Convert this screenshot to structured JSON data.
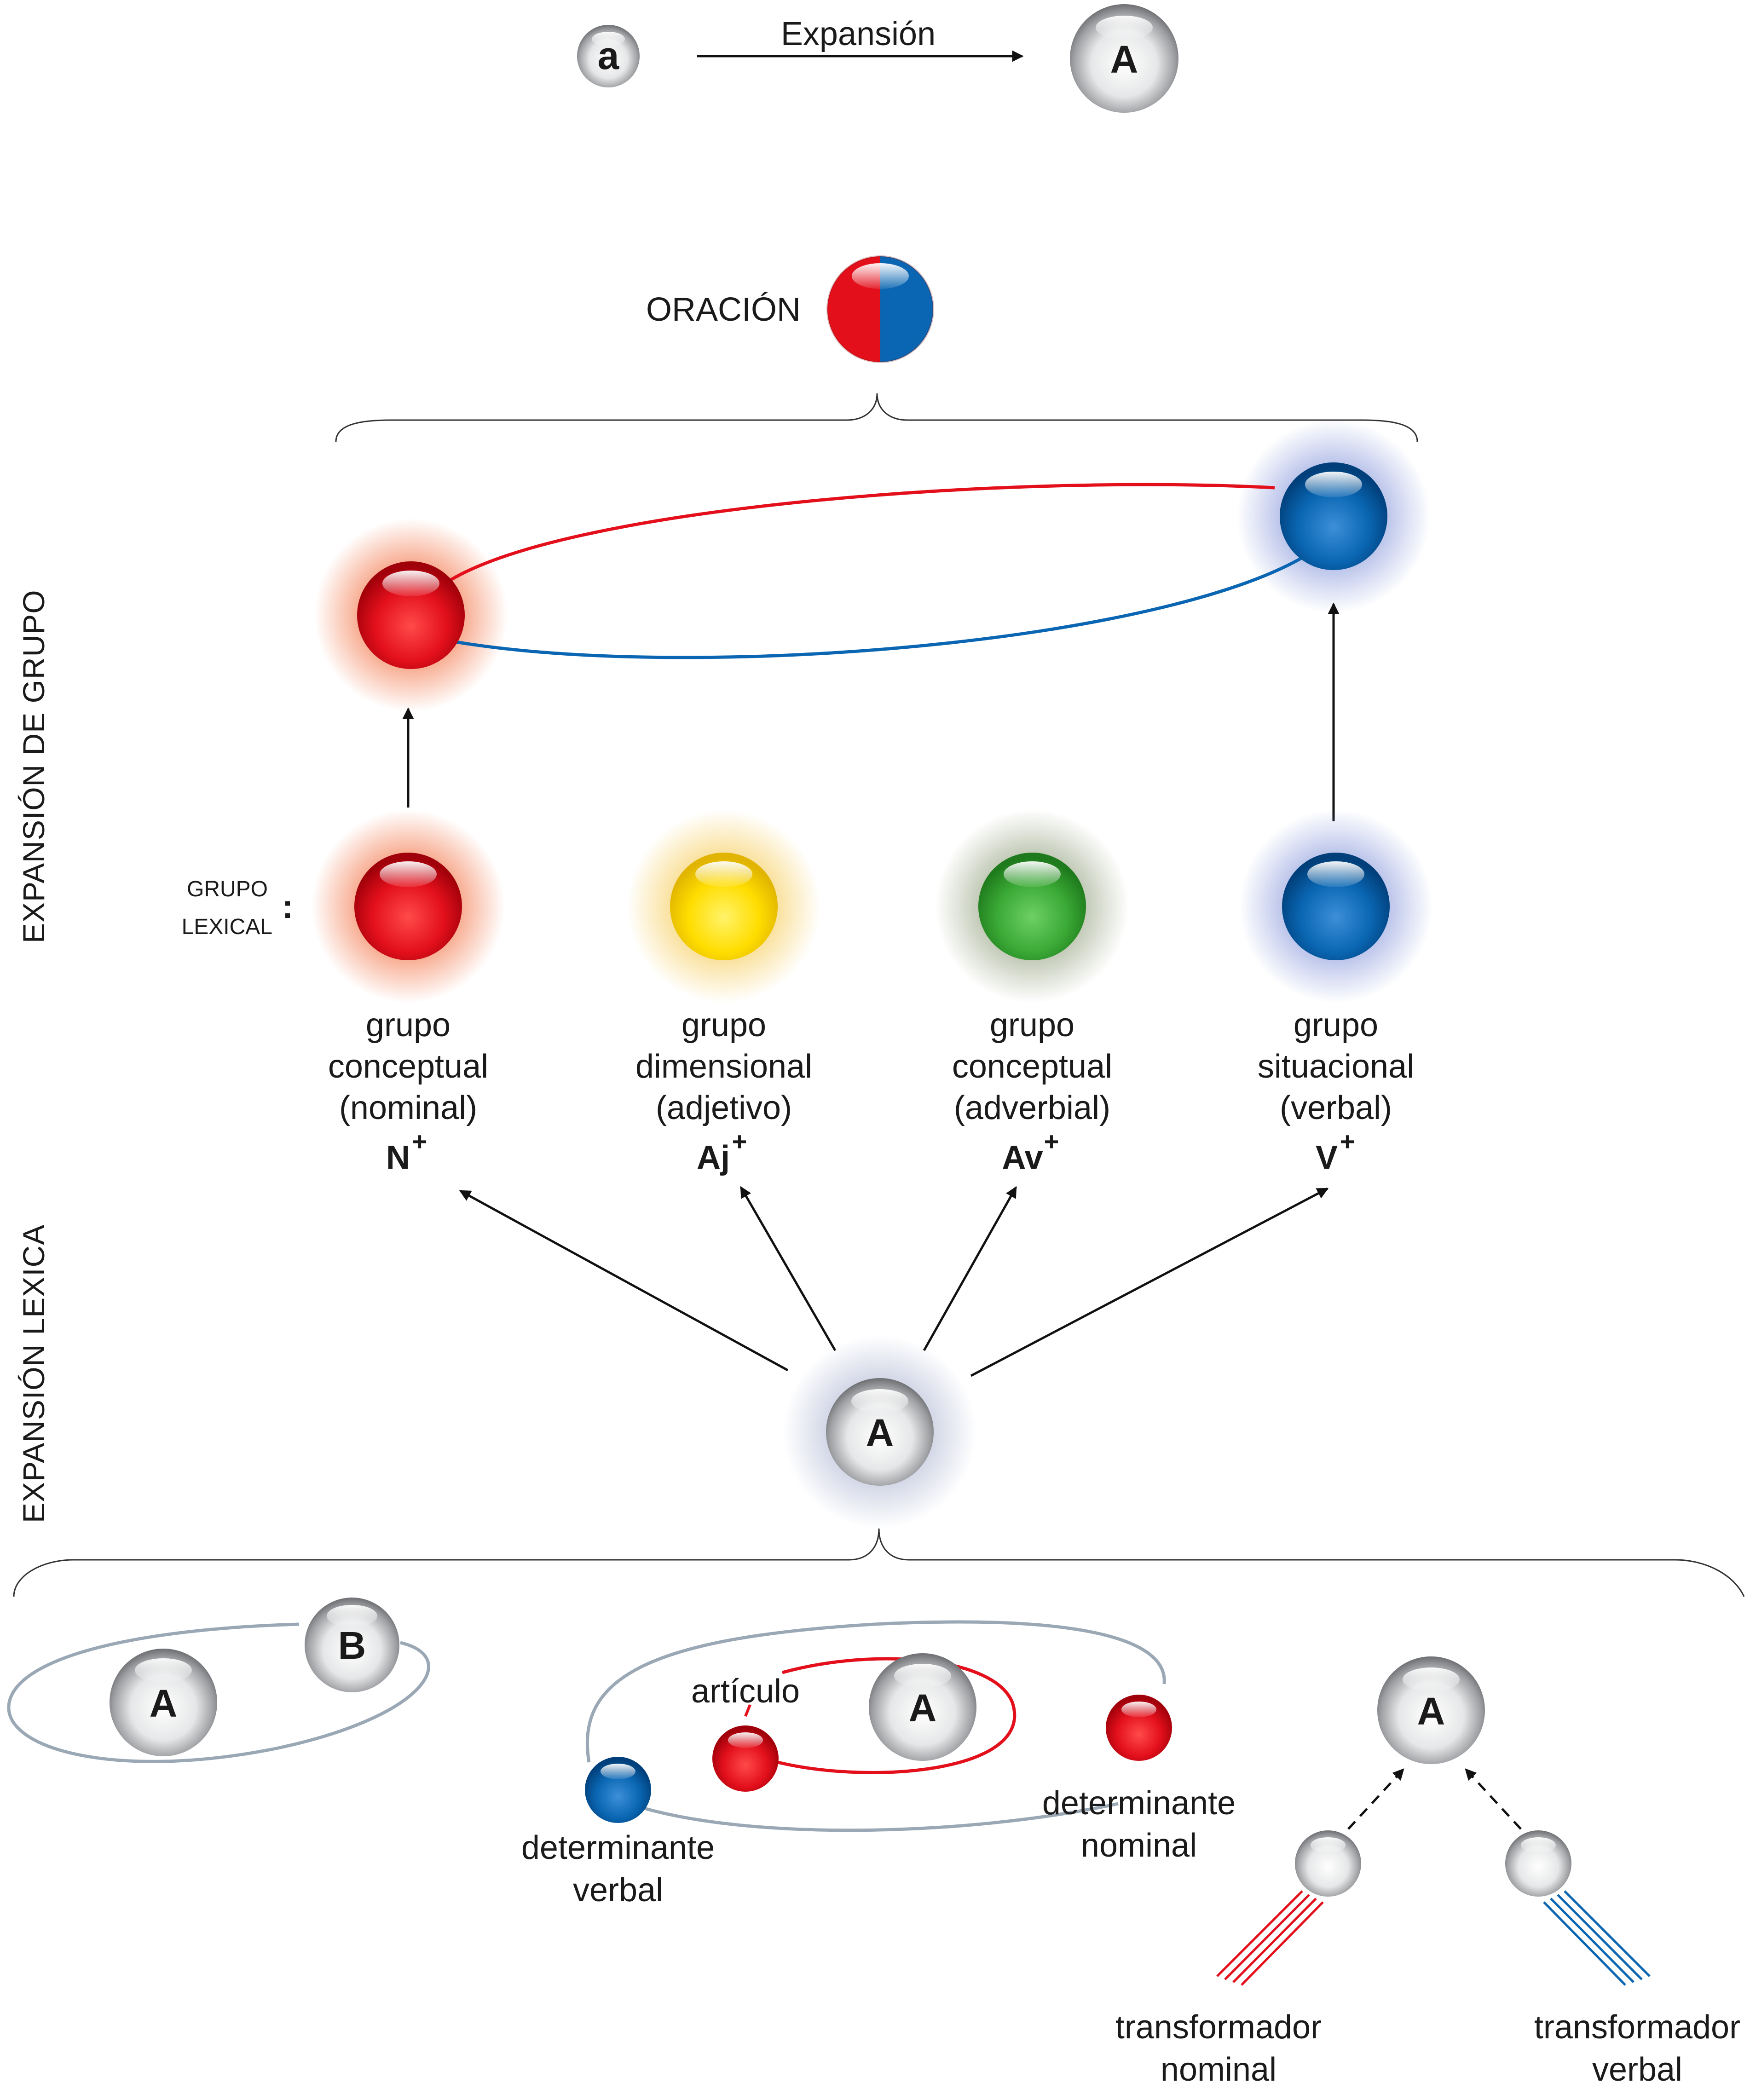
{
  "top": {
    "small_ball": "a",
    "arrow_label": "Expansión",
    "big_ball": "A"
  },
  "oracion": "ORACIÓN",
  "side_labels": {
    "grupo": "EXPANSIÓN DE GRUPO",
    "lexica": "EXPANSIÓN LEXICA"
  },
  "grupo_lexical": {
    "line1": "GRUPO",
    "line2": "LEXICAL",
    "colon": ":"
  },
  "groups": [
    {
      "l1": "grupo",
      "l2": "conceptual",
      "l3": "(nominal)",
      "sym": "N",
      "sup": "+"
    },
    {
      "l1": "grupo",
      "l2": "dimensional",
      "l3": "(adjetivo)",
      "sym": "Aj",
      "sup": "+"
    },
    {
      "l1": "grupo",
      "l2": "conceptual",
      "l3": "(adverbial)",
      "sym": "Av",
      "sup": "+"
    },
    {
      "l1": "grupo",
      "l2": "situacional",
      "l3": "(verbal)",
      "sym": "V",
      "sup": "+"
    }
  ],
  "center_ball": "A",
  "bottom": {
    "left": {
      "a": "A",
      "b": "B"
    },
    "middle": {
      "a": "A",
      "articulo": "artículo",
      "det_verbal_1": "determinante",
      "det_verbal_2": "verbal",
      "det_nominal_1": "determinante",
      "det_nominal_2": "nominal"
    },
    "right": {
      "a": "A",
      "tn_1": "transformador",
      "tn_2": "nominal",
      "tv_1": "transformador",
      "tv_2": "verbal"
    }
  },
  "colors": {
    "red": "#e3101c",
    "yellow": "#ffdd00",
    "green": "#3aa935",
    "blue": "#0a66b2",
    "grey": "#bcbec0"
  }
}
